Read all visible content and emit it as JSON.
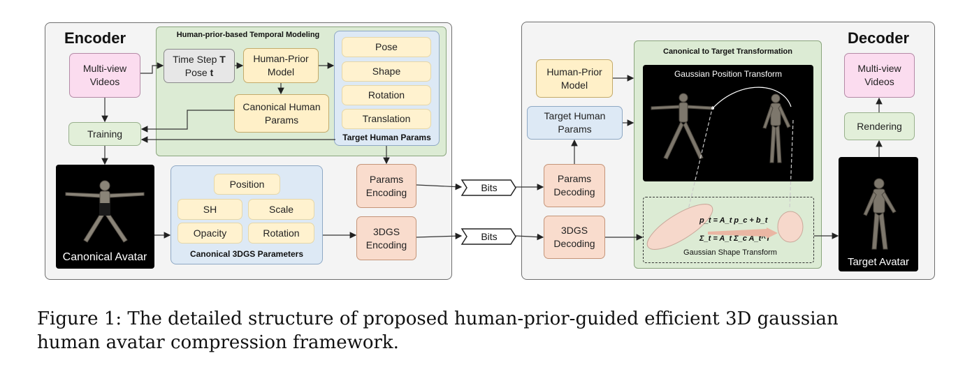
{
  "encoder": {
    "title": "Encoder",
    "temporal_title": "Human-prior-based Temporal Modeling",
    "multiview": [
      "Multi-view",
      "Videos"
    ],
    "timestep": [
      "Time Step ",
      "T",
      "Pose ",
      "t"
    ],
    "human_prior": [
      "Human-Prior",
      "Model"
    ],
    "canonical_params": [
      "Canonical Human",
      "Params"
    ],
    "target_params_title": "Target Human Params",
    "target_params": [
      "Pose",
      "Shape",
      "Rotation",
      "Translation"
    ],
    "training": "Training",
    "canonical_avatar": "Canonical Avatar",
    "gs_params_title": "Canonical 3DGS Parameters",
    "gs_params": [
      "Position",
      "SH",
      "Scale",
      "Opacity",
      "Rotation"
    ],
    "params_encoding": [
      "Params",
      "Encoding"
    ],
    "gs_encoding": [
      "3DGS",
      "Encoding"
    ]
  },
  "bits": [
    "Bits",
    "Bits"
  ],
  "decoder": {
    "title": "Decoder",
    "human_prior": [
      "Human-Prior",
      "Model"
    ],
    "target_params": [
      "Target Human",
      "Params"
    ],
    "params_decoding": [
      "Params",
      "Decoding"
    ],
    "gs_decoding": [
      "3DGS",
      "Decoding"
    ],
    "transform_title": "Canonical to Target Transformation",
    "position_transform": "Gaussian Position Transform",
    "shape_transform": "Gaussian Shape Transform",
    "eq1": "p_t = A_t p_c + b_t",
    "eq2": "Σ_t = A_t Σ_c A_t^T",
    "multiview": [
      "Multi-view",
      "Videos"
    ],
    "rendering": "Rendering",
    "target_avatar": "Target Avatar"
  },
  "caption": {
    "line1": "Figure 1:  The detailed structure of proposed human-prior-guided efficient 3D gaussian",
    "line2": "human avatar compression framework."
  }
}
